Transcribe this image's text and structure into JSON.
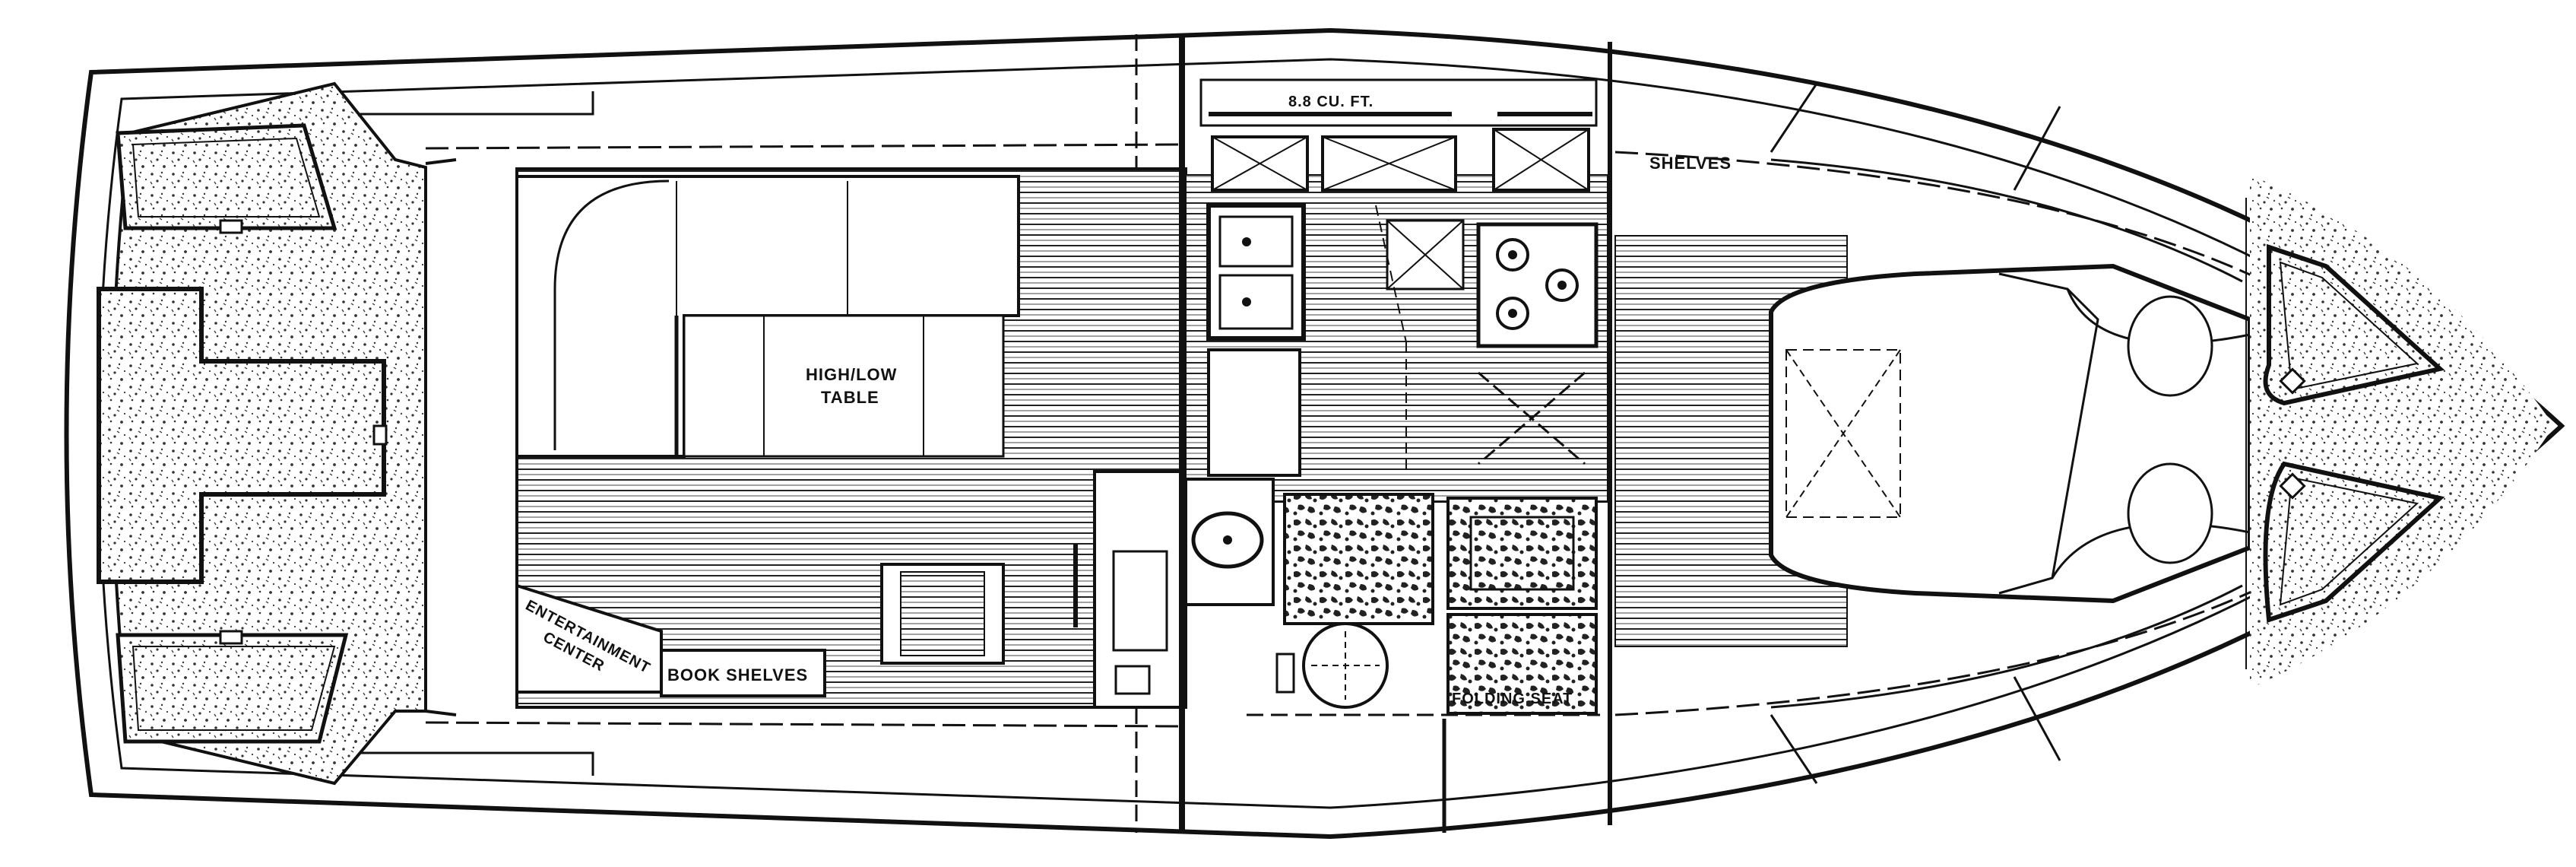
{
  "labels": {
    "fridge": "8.8 CU. FT.",
    "shelves": "SHELVES",
    "table_line1": "HIGH/LOW",
    "table_line2": "TABLE",
    "entertainment_line1": "ENTERTAINMENT",
    "entertainment_line2": "CENTER",
    "book_shelves": "BOOK SHELVES",
    "folding_seat": "FOLDING SEAT"
  },
  "colors": {
    "ink": "#111111",
    "paper": "#ffffff",
    "speckle": "#3a3a3a"
  }
}
